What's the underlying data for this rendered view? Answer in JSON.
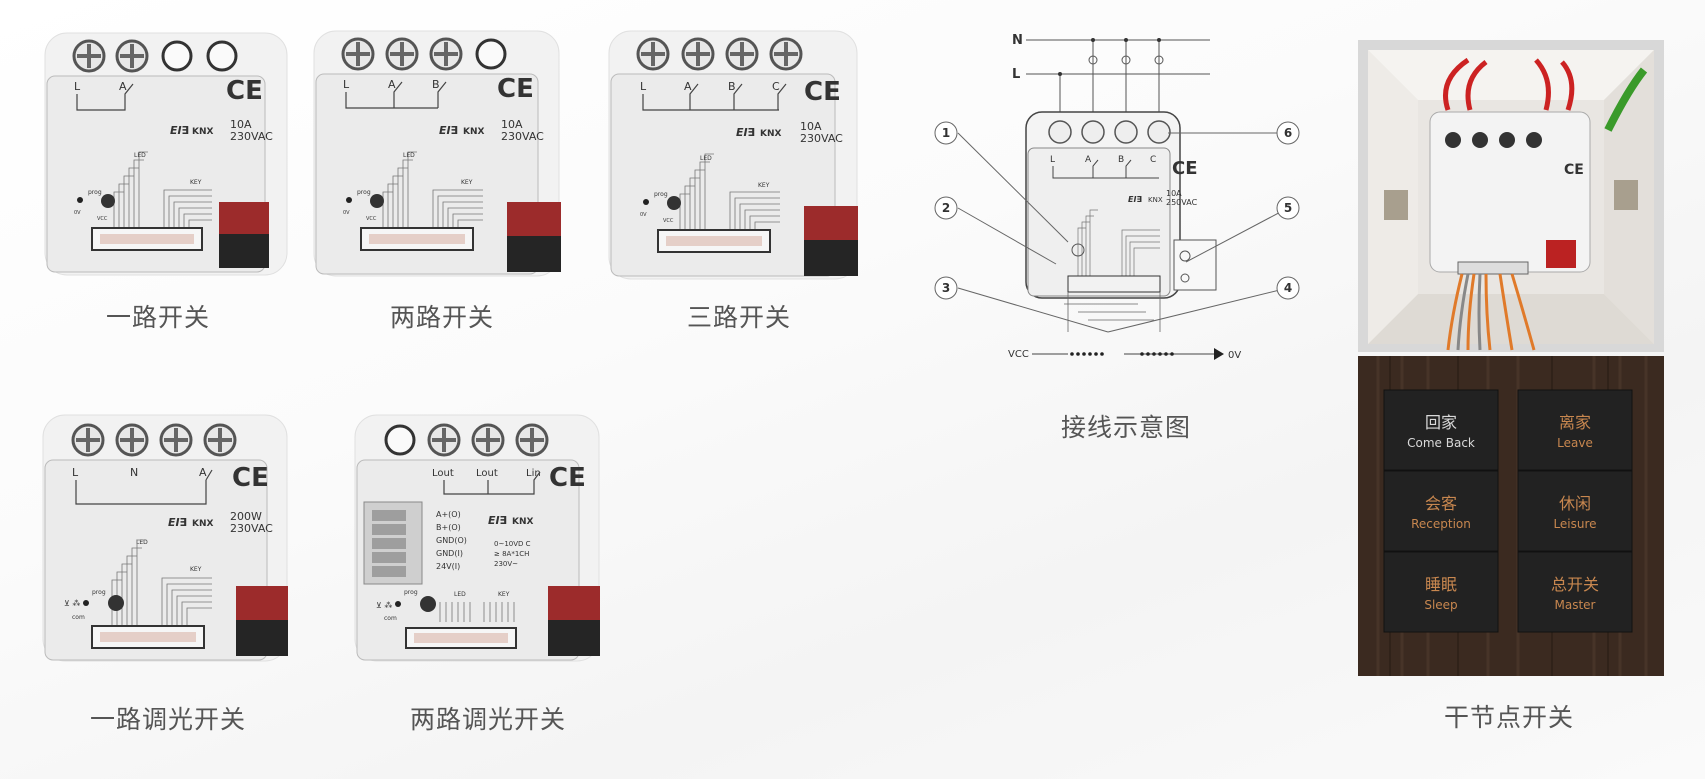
{
  "products": [
    {
      "id": "one-way-switch",
      "caption": "一路开关",
      "channels": [
        "A"
      ],
      "rating": [
        "10A",
        "230VAC"
      ]
    },
    {
      "id": "two-way-switch",
      "caption": "两路开关",
      "channels": [
        "A",
        "B"
      ],
      "rating": [
        "10A",
        "230VAC"
      ]
    },
    {
      "id": "three-way-switch",
      "caption": "三路开关",
      "channels": [
        "A",
        "B",
        "C"
      ],
      "rating": [
        "10A",
        "230VAC"
      ]
    },
    {
      "id": "one-way-dimmer",
      "caption": "一路调光开关",
      "channels": [
        "N",
        "A"
      ],
      "rating": [
        "200W",
        "230VAC"
      ]
    },
    {
      "id": "two-way-dimmer",
      "caption": "两路调光开关",
      "channels": [
        "Lout",
        "Lout",
        "Lin"
      ],
      "rating": [
        "0~10VD C",
        "≥ 8A*1CH",
        "230V~"
      ],
      "terminals": [
        "A+(O)",
        "B+(O)",
        "GND(O)",
        "GND(I)",
        "24V(I)"
      ]
    }
  ],
  "module_labels": {
    "line": "L",
    "led": "LED",
    "key": "KEY",
    "prog": "prog",
    "vcc": "VCC",
    "zero_v": "0V",
    "com": "com",
    "brand": "EI∃",
    "knx": "KNX",
    "ce": "CE"
  },
  "wiring": {
    "caption": "接线示意图",
    "n_label": "N",
    "l_label": "L",
    "callouts": [
      "1",
      "2",
      "3",
      "4",
      "5",
      "6"
    ],
    "rating": [
      "10A",
      "250VAC"
    ],
    "vcc": "VCC",
    "zero_v": "0V"
  },
  "dry_contact": {
    "caption": "干节点开关",
    "buttons": [
      {
        "cn": "回家",
        "en": "Come Back",
        "color": "#d9d9d9"
      },
      {
        "cn": "离家",
        "en": "Leave",
        "color": "#c8874f"
      },
      {
        "cn": "会客",
        "en": "Reception",
        "color": "#c8874f"
      },
      {
        "cn": "休闲",
        "en": "Leisure",
        "color": "#c8874f"
      },
      {
        "cn": "睡眠",
        "en": "Sleep",
        "color": "#c8874f"
      },
      {
        "cn": "总开关",
        "en": "Master",
        "color": "#c8874f"
      }
    ]
  }
}
